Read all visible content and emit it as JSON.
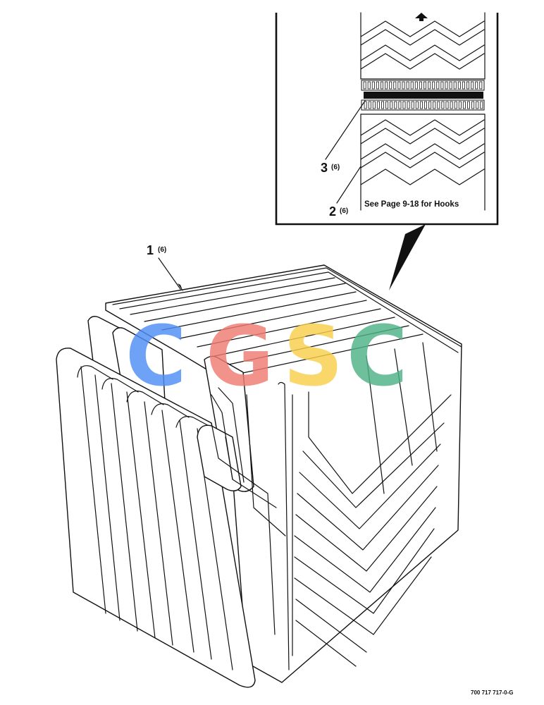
{
  "inset": {
    "note": "See Page 9-18 for Hooks",
    "callouts": [
      {
        "number": "3",
        "qty": "(6)"
      },
      {
        "number": "2",
        "qty": "(6)"
      }
    ]
  },
  "main": {
    "callout": {
      "number": "1",
      "qty": "(6)"
    }
  },
  "watermark": {
    "letters": [
      "C",
      "G",
      "S",
      "C"
    ],
    "colors": [
      "#4f8ef5",
      "#ef7b72",
      "#f9cf4a",
      "#4fb287"
    ]
  },
  "figure_code": "700 717 717-0-G"
}
